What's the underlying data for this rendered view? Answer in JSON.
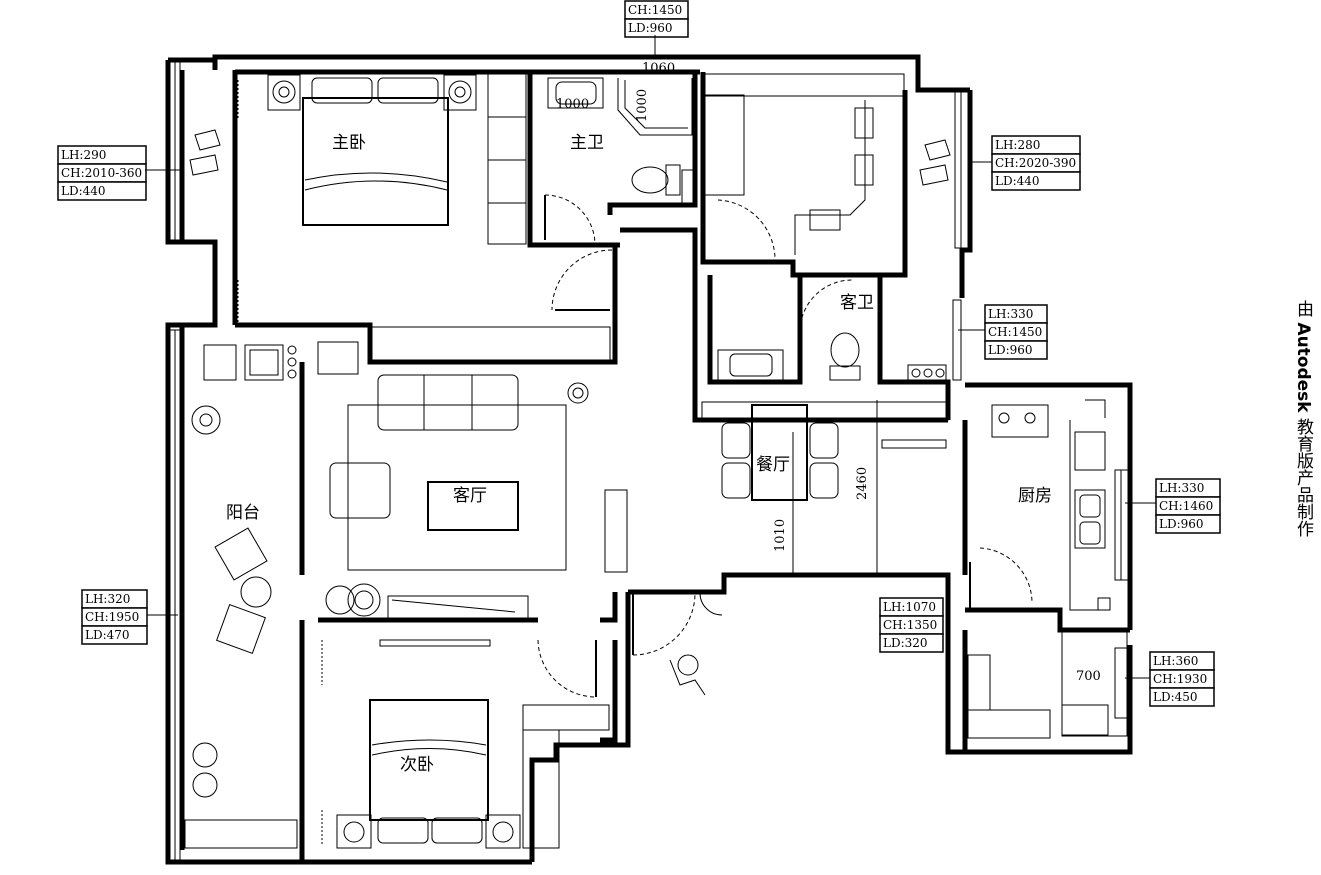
{
  "rooms": {
    "master_bedroom": "主卧",
    "master_bath": "主卫",
    "guest_bath": "客卫",
    "living_room": "客厅",
    "dining_room": "餐厅",
    "kitchen": "厨房",
    "balcony": "阳台",
    "second_bedroom": "次卧"
  },
  "dimensions": {
    "d_1060": "1060",
    "d_1000_h": "1000",
    "d_1000_v": "1000",
    "d_2460": "2460",
    "d_1010": "1010",
    "d_700": "700"
  },
  "spec_boxes": [
    {
      "id": "top",
      "lines": [
        "CH:1450",
        "LD:960"
      ]
    },
    {
      "id": "left-upper",
      "lines": [
        "LH:290",
        "CH:2010-360",
        "LD:440"
      ]
    },
    {
      "id": "right-upper",
      "lines": [
        "LH:280",
        "CH:2020-390",
        "LD:440"
      ]
    },
    {
      "id": "guest-bath",
      "lines": [
        "LH:330",
        "CH:1450",
        "LD:960"
      ]
    },
    {
      "id": "kitchen",
      "lines": [
        "LH:330",
        "CH:1460",
        "LD:960"
      ]
    },
    {
      "id": "balcony",
      "lines": [
        "LH:320",
        "CH:1950",
        "LD:470"
      ]
    },
    {
      "id": "entrance",
      "lines": [
        "LH:1070",
        "CH:1350",
        "LD:320"
      ]
    },
    {
      "id": "utility",
      "lines": [
        "LH:360",
        "CH:1930",
        "LD:450"
      ]
    }
  ],
  "watermark": {
    "prefix": "由 ",
    "brand": "Autodesk",
    "suffix": " 教育版产品制作"
  }
}
